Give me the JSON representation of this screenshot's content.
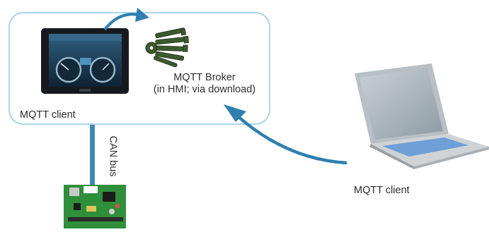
{
  "labels": {
    "broker_line1": "MQTT Broker",
    "broker_line2": "(in HMI; via download)",
    "hmi_client": "MQTT client",
    "laptop_client": "MQTT client",
    "can_bus": "CAN bus"
  },
  "colors": {
    "frame": "#a9d5ec",
    "arrow": "#2f7fb0",
    "bus": "#3f87b6",
    "text": "#2e2e2e",
    "hmi_bezel": "#161a1f",
    "hmi_screen": "#1d3f57",
    "gauge_ring": "#9ab8cc",
    "broker_keys": "#3d5a2e",
    "laptop_body": "#cfd3d6",
    "laptop_screen": "#aab6be",
    "laptop_keyboard": "#6e9fd6",
    "board_pcb": "#2f8f3a"
  },
  "icons": {
    "hmi": "hmi-touch-panel-icon",
    "broker": "keys-icon",
    "laptop": "laptop-icon",
    "board": "circuit-board-icon"
  }
}
